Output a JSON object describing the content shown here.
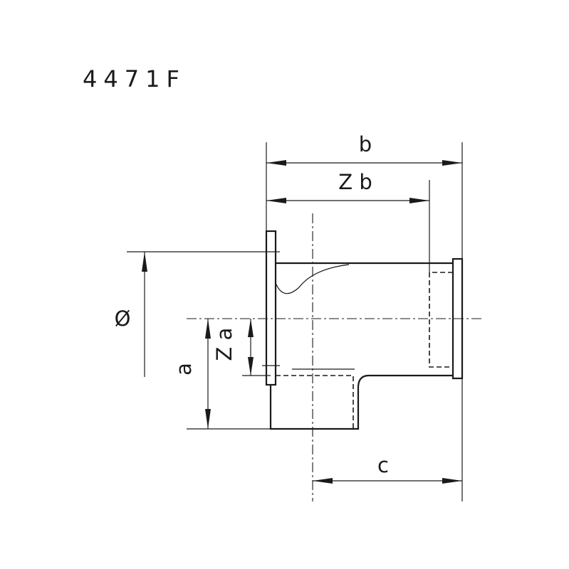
{
  "title": "4471F",
  "labels": {
    "b": "b",
    "zb": "Z b",
    "diameter": "Ø",
    "za": "Z a",
    "a": "a",
    "c": "c"
  }
}
